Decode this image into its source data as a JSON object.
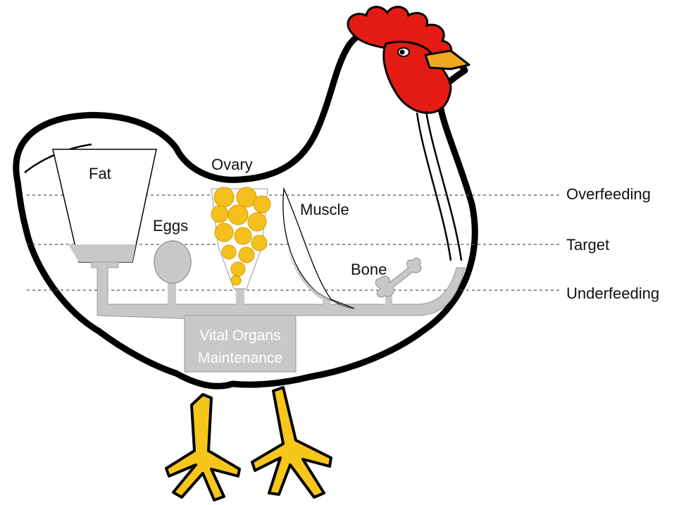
{
  "labels": {
    "fat": "Fat",
    "ovary": "Ovary",
    "eggs": "Eggs",
    "muscle": "Muscle",
    "bone": "Bone",
    "vital_line1": "Vital Organs",
    "vital_line2": "Maintenance"
  },
  "levels": {
    "overfeeding": "Overfeeding",
    "target": "Target",
    "underfeeding": "Underfeeding"
  },
  "colors": {
    "outline": "#000000",
    "pipe_fill": "#c8c8c8",
    "pipe_stroke": "#9a9a9a",
    "comb": "#e31b14",
    "beak": "#f1a81f",
    "legs": "#f7c61a",
    "yolk": "#f5c01e",
    "dashed_line": "#555555"
  }
}
